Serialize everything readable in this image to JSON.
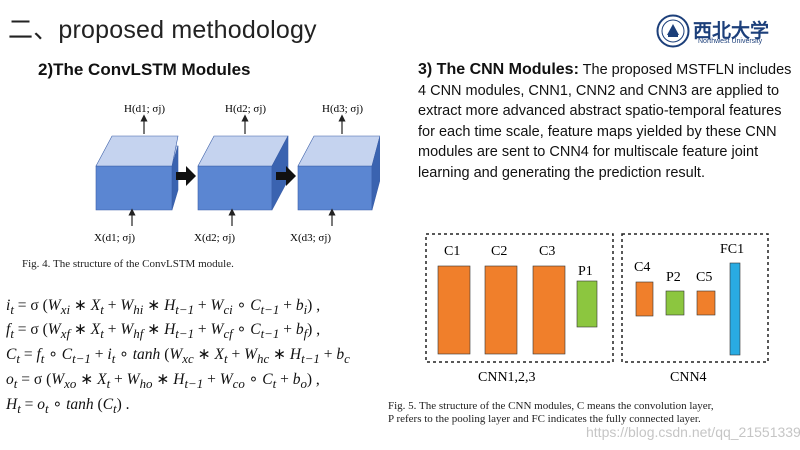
{
  "slide": {
    "title": "二、proposed methodology"
  },
  "logo": {
    "name": "西北大学",
    "subtitle": "Northwest University"
  },
  "left": {
    "heading": "2)The ConvLSTM Modules",
    "diagram": {
      "top_labels": [
        "H(d1; σj)",
        "H(d2; σj)",
        "H(d3; σj)"
      ],
      "bottom_labels": [
        "X(d1; σj)",
        "X(d2; σj)",
        "X(d3; σj)"
      ]
    },
    "caption": "Fig. 4.    The structure of the ConvLSTM module.",
    "equations": [
      "i_t = σ (W_xi * X_t + W_hi * H_t−1 + W_ci ∘ C_t−1 + b_i) ,",
      "f_t = σ (W_xf * X_t + W_hf * H_t−1 + W_cf ∘ C_t−1 + b_f) ,",
      "C_t = f_t ∘ C_t−1 + i_t ∘ tanh (W_xc * X_t + W_hc * H_t−1 + b_c",
      "o_t = σ (W_xo * X_t + W_ho * H_t−1 + W_co ∘ C_t + b_o) ,",
      "H_t = o_t ∘ tanh (C_t) ."
    ]
  },
  "right": {
    "heading": "3) The CNN Modules:",
    "text": "The proposed MSTFLN includes 4 CNN modules, CNN1, CNN2 and CNN3 are applied to extract more advanced abstract spatio-temporal features for each time scale, feature maps yielded by these CNN modules are sent to CNN4 for multiscale feature joint learning and generating the prediction result.",
    "diagram": {
      "group1_labels": [
        "C1",
        "C2",
        "C3",
        "P1"
      ],
      "group1_name": "CNN1,2,3",
      "group2_labels": [
        "C4",
        "P2",
        "C5",
        "FC1"
      ],
      "group2_name": "CNN4"
    },
    "caption_lines": [
      "Fig. 5.    The structure of the CNN modules, C means the convolution layer,",
      "P refers to the pooling layer and FC indicates the fully connected layer."
    ]
  },
  "watermark": "https://blog.csdn.net/qq_21551339",
  "colors": {
    "conv": "#f07f2b",
    "pool": "#8cc63f",
    "fc": "#29abe2",
    "cube_front": "#4d79c7",
    "cube_top": "#b7c8ec",
    "cube_side": "#2f57a3",
    "logo_blue": "#1c3f7a"
  }
}
